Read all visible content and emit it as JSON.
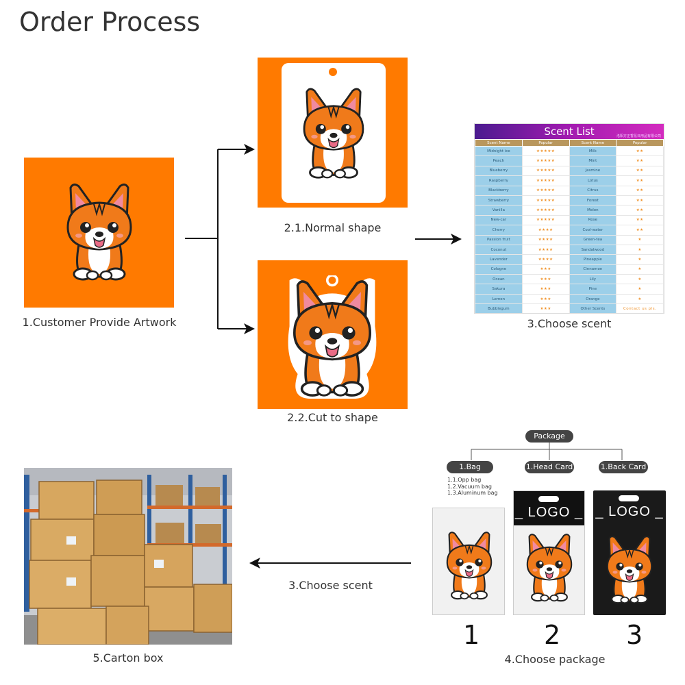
{
  "title": "Order Process",
  "steps": {
    "step1": "1.Customer Provide Artwork",
    "step2_1": "2.1.Normal shape",
    "step2_2": "2.2.Cut to shape",
    "step3": "3.Choose scent",
    "step3_arrow": "3.Choose scent",
    "step4": "4.Choose package",
    "step5": "5.Carton box"
  },
  "scent_list": {
    "title": "Scent List",
    "corner_text": "洛阳方正香氛日用品有限公司",
    "headers": [
      "Scent Name",
      "Popular",
      "Scent Name",
      "Popular"
    ],
    "rows": [
      [
        "Midnight ice",
        "★★★★★",
        "Milk",
        "★★"
      ],
      [
        "Peach",
        "★★★★★",
        "Mint",
        "★★"
      ],
      [
        "Blueberry",
        "★★★★★",
        "Jasmine",
        "★★"
      ],
      [
        "Raspberry",
        "★★★★★",
        "Lotus",
        "★★"
      ],
      [
        "Blackberry",
        "★★★★★",
        "Citrus",
        "★★"
      ],
      [
        "Strawberry",
        "★★★★★",
        "Forest",
        "★★"
      ],
      [
        "Vanilla",
        "★★★★★",
        "Melon",
        "★★"
      ],
      [
        "New-car",
        "★★★★★",
        "Rose",
        "★★"
      ],
      [
        "Cherry",
        "★★★★",
        "Cool-water",
        "★★"
      ],
      [
        "Passion fruit",
        "★★★★",
        "Green-tea",
        "★"
      ],
      [
        "Coconut",
        "★★★★",
        "Sandalwood",
        "★"
      ],
      [
        "Lavender",
        "★★★★",
        "Pineapple",
        "★"
      ],
      [
        "Cologne",
        "★★★",
        "Cinnamon",
        "★"
      ],
      [
        "Ocean",
        "★★★",
        "Lily",
        "★"
      ],
      [
        "Sakura",
        "★★★",
        "Pine",
        "★"
      ],
      [
        "Lemon",
        "★★★",
        "Orange",
        "★"
      ],
      [
        "Bubblegum",
        "★★★",
        "Other Scents",
        "Contact us pls."
      ]
    ]
  },
  "package": {
    "root": "Package",
    "options": [
      "1.Bag",
      "1.Head Card",
      "1.Back Card"
    ],
    "bag_types": [
      "1.1.Opp bag",
      "1.2.Vacuum bag",
      "1.3.Aluminum bag"
    ],
    "logo": "_ LOGO _",
    "numbers": [
      "1",
      "2",
      "3"
    ]
  },
  "colors": {
    "orange": "#ff7a00",
    "dark": "#444444",
    "scent_header": "#b9975d",
    "scent_cell": "#9ccfe9"
  }
}
